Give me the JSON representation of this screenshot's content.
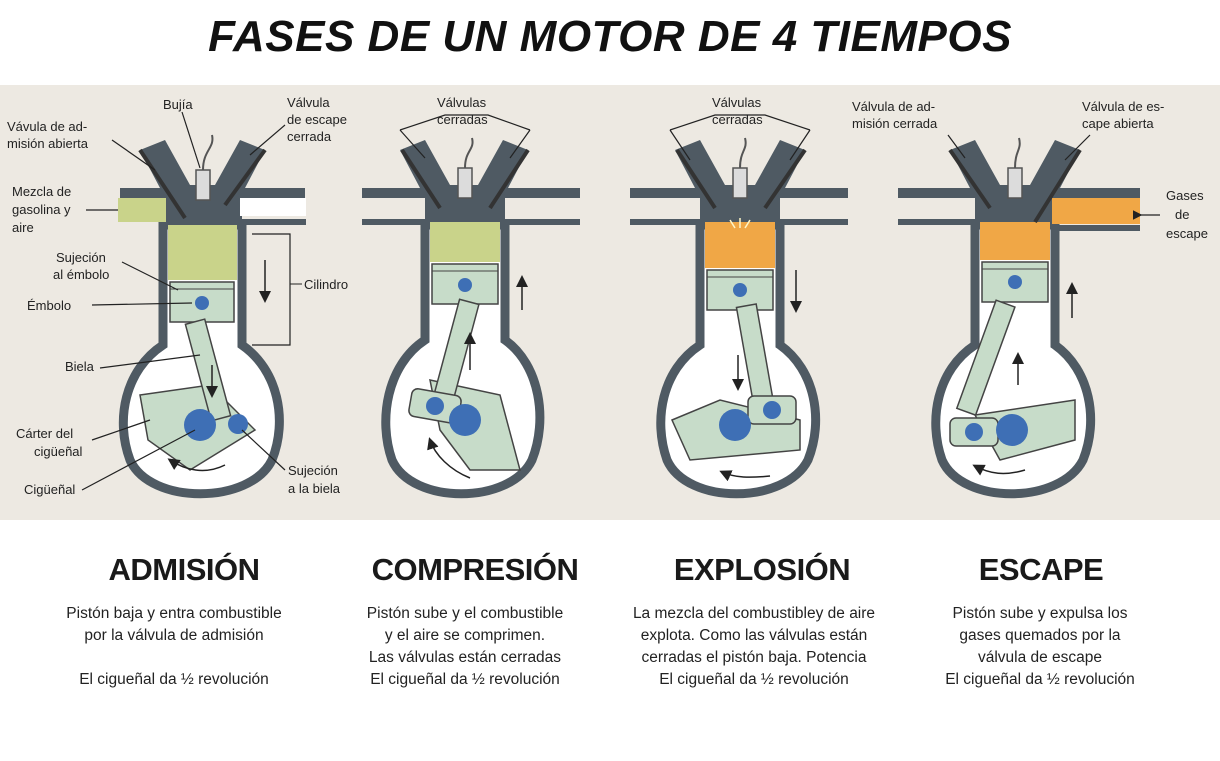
{
  "title": "FASES DE UN MOTOR DE 4 TIEMPOS",
  "colors": {
    "background": "#ede9e2",
    "wall": "#4f5a63",
    "fresh_mixture": "#c9d38a",
    "burning_gas": "#f0a746",
    "crank_parts": "#c7dcc9",
    "pin": "#3e6fb5"
  },
  "labels": {
    "bujia": "Bujía",
    "valvula_escape_cerrada": [
      "Válvula",
      "de escape",
      "cerrada"
    ],
    "valvula_admision_abierta": [
      "Vávula de ad-",
      "misión abierta"
    ],
    "mezcla": [
      "Mezcla de",
      "gasolina y",
      "aire"
    ],
    "sujecion_embolo": [
      "Sujeción",
      "al émbolo"
    ],
    "embolo": "Émbolo",
    "cilindro": "Cilindro",
    "biela": "Biela",
    "carter": [
      "Cárter del",
      "cigüeñal"
    ],
    "ciguenal": "Cigüeñal",
    "sujecion_biela": [
      "Sujeción",
      "a la biela"
    ],
    "valvulas_cerradas_1": [
      "Válvulas",
      "cerradas"
    ],
    "valvulas_cerradas_2": [
      "Válvulas",
      "cerradas"
    ],
    "valvula_admision_cerrada": [
      "Válvula de ad-",
      "misión cerrada"
    ],
    "valvula_escape_abierta": [
      "Válvula de es-",
      "cape abierta"
    ],
    "gases_escape": [
      "Gases",
      "de",
      "escape"
    ]
  },
  "phases": [
    {
      "name": "ADMISIÓN",
      "lines": [
        "Pistón baja y entra combustible",
        "por la válvula de admisión",
        "",
        "El cigueñal da ½ revolución"
      ]
    },
    {
      "name": "COMPRESIÓN",
      "lines": [
        "Pistón sube y el combustible",
        "y el aire se comprimen.",
        "Las válvulas  están cerradas",
        "El cigueñal da ½ revolución"
      ]
    },
    {
      "name": "EXPLOSIÓN",
      "lines": [
        "La mezcla del combustibley de aire",
        "explota. Como las  válvulas  están",
        "cerradas el pistón baja. Potencia",
        "El cigueñal da ½ revolución"
      ]
    },
    {
      "name": "ESCAPE",
      "lines": [
        "Pistón sube y expulsa los",
        "gases quemados por la",
        "válvula de escape",
        "El cigueñal da ½ revolución"
      ]
    }
  ]
}
